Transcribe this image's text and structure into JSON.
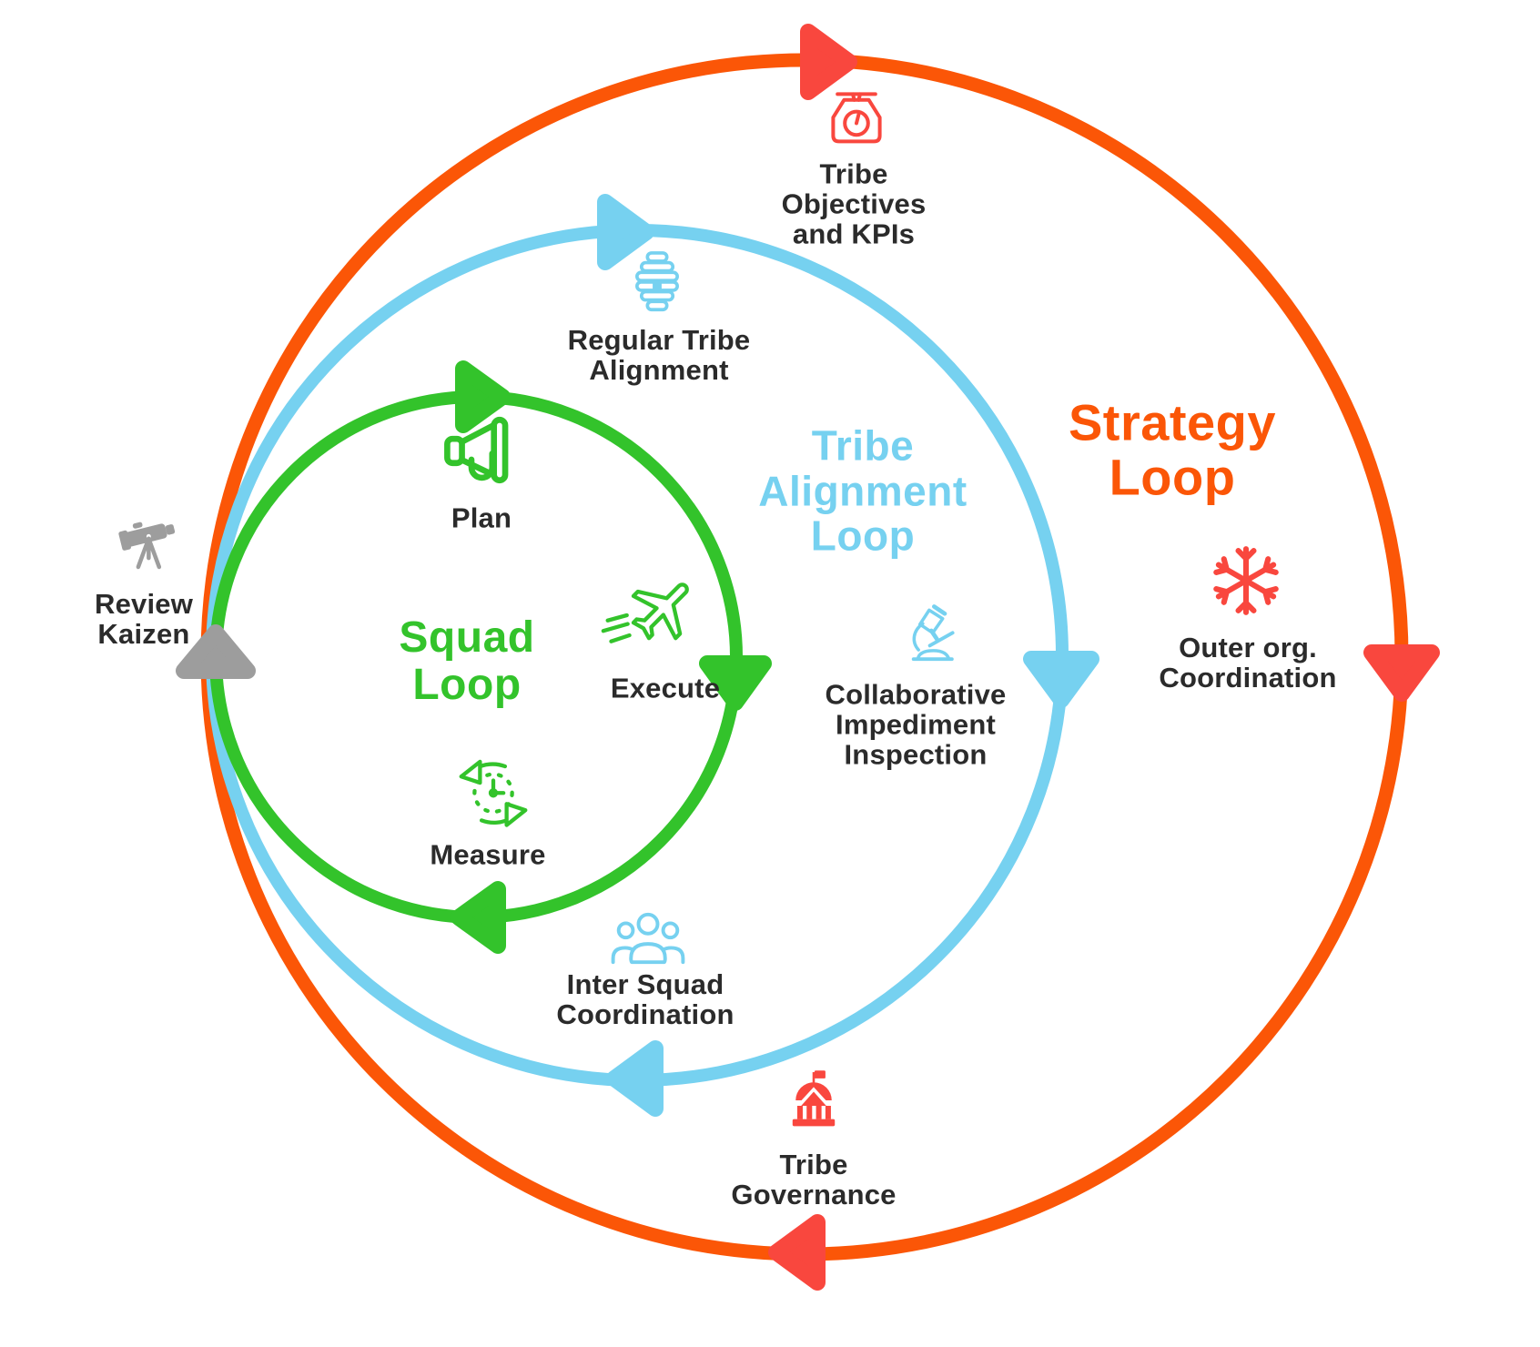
{
  "colors": {
    "strategy-orange": "#FB5607",
    "arrow-red": "#F9473E",
    "tribe-blue": "#76D1F0",
    "squad-green": "#33C32B",
    "kaizen-gray": "#9D9D9D",
    "ink": "#2B2B2B",
    "background": "#FFFFFF"
  },
  "loops": {
    "strategy": {
      "title_lines": [
        "Strategy",
        "Loop"
      ],
      "color": "#FB5607"
    },
    "tribe_alignment": {
      "title_lines": [
        "Tribe",
        "Alignment",
        "Loop"
      ],
      "color": "#76D1F0"
    },
    "squad": {
      "title_lines": [
        "Squad",
        "Loop"
      ],
      "color": "#33C32B"
    }
  },
  "stations": {
    "tribe_objectives": {
      "icon": "weighing-scale-icon",
      "lines": [
        "Tribe",
        "Objectives",
        "and KPIs"
      ]
    },
    "outer_org_coordination": {
      "icon": "snowflake-icon",
      "lines": [
        "Outer org.",
        "Coordination"
      ]
    },
    "tribe_governance": {
      "icon": "government-building-icon",
      "lines": [
        "Tribe",
        "Governance"
      ]
    },
    "review_kaizen": {
      "icon": "telescope-icon",
      "lines": [
        "Review",
        "Kaizen"
      ]
    },
    "regular_tribe_alignment": {
      "icon": "beehive-icon",
      "lines": [
        "Regular Tribe",
        "Alignment"
      ]
    },
    "collaborative_impediment_inspection": {
      "icon": "microscope-icon",
      "lines": [
        "Collaborative",
        "Impediment",
        "Inspection"
      ]
    },
    "inter_squad_coordination": {
      "icon": "team-people-icon",
      "lines": [
        "Inter Squad",
        "Coordination"
      ]
    },
    "plan": {
      "icon": "megaphone-icon",
      "lines": [
        "Plan"
      ]
    },
    "execute": {
      "icon": "airplane-icon",
      "lines": [
        "Execute"
      ]
    },
    "measure": {
      "icon": "stopwatch-icon",
      "lines": [
        "Measure"
      ]
    }
  }
}
